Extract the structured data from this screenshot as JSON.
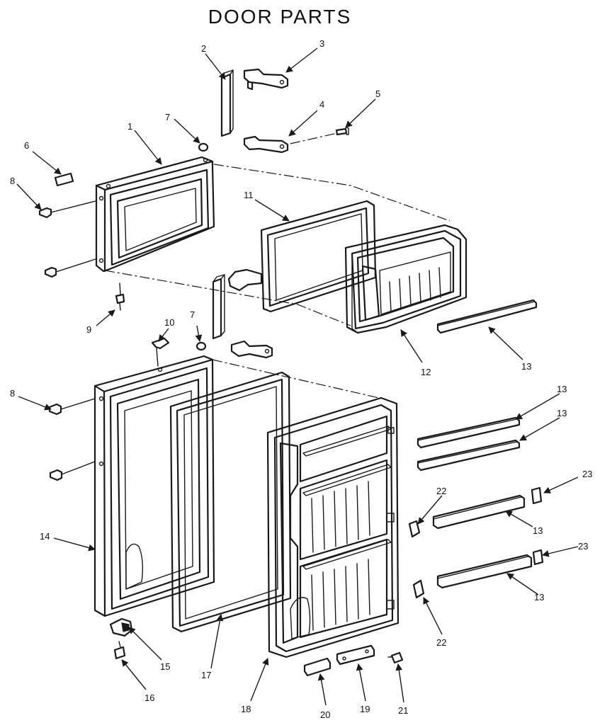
{
  "title": "DOOR PARTS",
  "callouts": {
    "c1": "1",
    "c2": "2",
    "c3": "3",
    "c4": "4",
    "c5": "5",
    "c6": "6",
    "c7a": "7",
    "c7b": "7",
    "c8a": "8",
    "c8b": "8",
    "c9": "9",
    "c10": "10",
    "c11": "11",
    "c12": "12",
    "c13a": "13",
    "c13b": "13",
    "c13c": "13",
    "c13d": "13",
    "c13e": "13",
    "c14": "14",
    "c15": "15",
    "c16": "16",
    "c17": "17",
    "c18": "18",
    "c19": "19",
    "c20": "20",
    "c21": "21",
    "c22a": "22",
    "c22b": "22",
    "c23a": "23",
    "c23b": "23"
  }
}
